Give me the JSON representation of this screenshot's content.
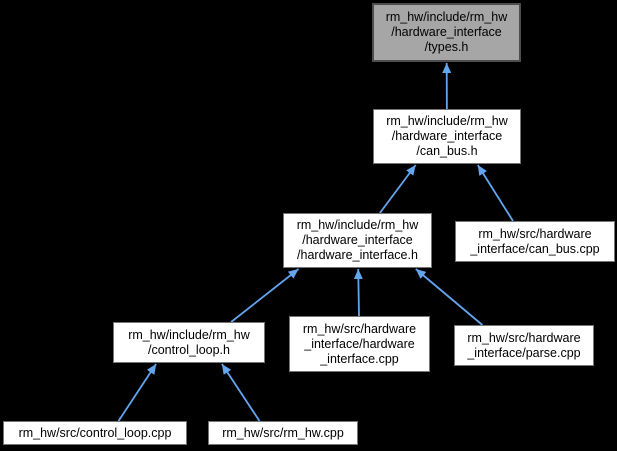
{
  "diagram": {
    "kind": "include-dependency-graph",
    "arrow_direction": "up"
  },
  "colors": {
    "background": "#000000",
    "node_fill": "#ffffff",
    "node_border": "#757575",
    "highlight_fill": "#a6a6a6",
    "highlight_border": "#4d4d4d",
    "text": "#000000",
    "edge": "#63a5ee"
  },
  "nodes": [
    {
      "id": "types_h",
      "label": "rm_hw/include/rm_hw\n/hardware_interface\n/types.h",
      "highlighted": true
    },
    {
      "id": "can_bus_h",
      "label": "rm_hw/include/rm_hw\n/hardware_interface\n/can_bus.h",
      "highlighted": false
    },
    {
      "id": "hardware_interface_h",
      "label": "rm_hw/include/rm_hw\n/hardware_interface\n/hardware_interface.h",
      "highlighted": false
    },
    {
      "id": "can_bus_cpp",
      "label": "rm_hw/src/hardware\n_interface/can_bus.cpp",
      "highlighted": false
    },
    {
      "id": "control_loop_h",
      "label": "rm_hw/include/rm_hw\n/control_loop.h",
      "highlighted": false
    },
    {
      "id": "hardware_interface_cpp",
      "label": "rm_hw/src/hardware\n_interface/hardware\n_interface.cpp",
      "highlighted": false
    },
    {
      "id": "parse_cpp",
      "label": "rm_hw/src/hardware\n_interface/parse.cpp",
      "highlighted": false
    },
    {
      "id": "control_loop_cpp",
      "label": "rm_hw/src/control_loop.cpp",
      "highlighted": false
    },
    {
      "id": "rm_hw_cpp",
      "label": "rm_hw/src/rm_hw.cpp",
      "highlighted": false
    }
  ],
  "edges": [
    {
      "from": "can_bus_h",
      "to": "types_h"
    },
    {
      "from": "hardware_interface_h",
      "to": "can_bus_h"
    },
    {
      "from": "can_bus_cpp",
      "to": "can_bus_h"
    },
    {
      "from": "control_loop_h",
      "to": "hardware_interface_h"
    },
    {
      "from": "hardware_interface_cpp",
      "to": "hardware_interface_h"
    },
    {
      "from": "parse_cpp",
      "to": "hardware_interface_h"
    },
    {
      "from": "control_loop_cpp",
      "to": "control_loop_h"
    },
    {
      "from": "rm_hw_cpp",
      "to": "control_loop_h"
    }
  ]
}
